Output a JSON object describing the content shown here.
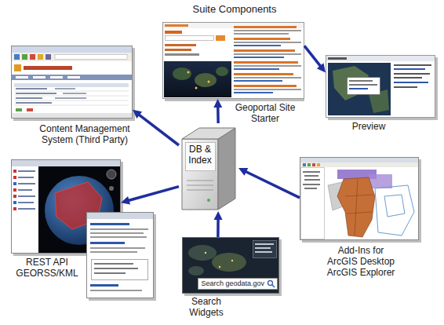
{
  "diagram": {
    "title": "Suite Components",
    "nodes": [
      {
        "text": [
          "Content Management System (Third Party)"
        ]
      },
      {
        "text": [
          "Geoportal Site Starter"
        ]
      },
      {
        "text": [
          "Preview"
        ]
      },
      {
        "text": [
          "DB & Index"
        ]
      },
      {
        "text": [
          "REST API GEORSS/KML"
        ]
      },
      {
        "text": [
          "Add-Ins for ArcGIS Desktop ArcGIS Explorer"
        ]
      },
      {
        "text": [
          "Search Widgets"
        ]
      }
    ],
    "edges": [
      {
        "from": 3,
        "to": 0,
        "arrow": "to"
      },
      {
        "from": 3,
        "to": 1,
        "arrow": "to"
      },
      {
        "from": 1,
        "to": 2,
        "arrow": "to"
      },
      {
        "from": 3,
        "to": 4,
        "arrow": "to"
      },
      {
        "from": 5,
        "to": 3,
        "arrow": "to"
      },
      {
        "from": 6,
        "to": 3,
        "arrow": "to"
      }
    ],
    "labels": [
      "Search geodata.gov"
    ]
  }
}
